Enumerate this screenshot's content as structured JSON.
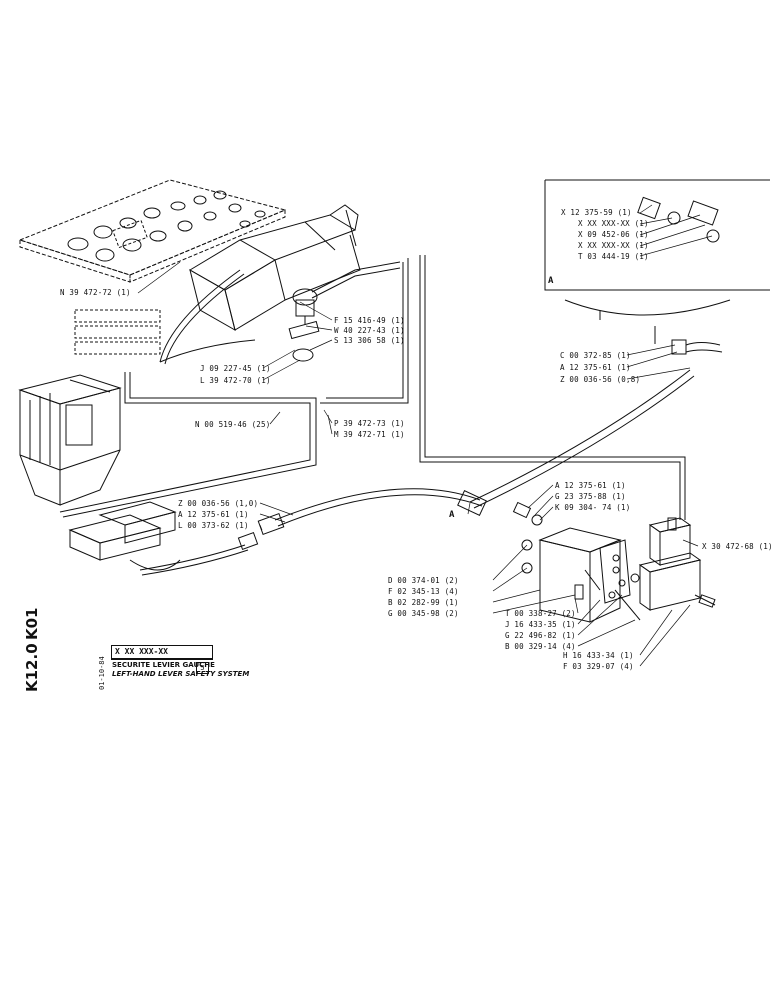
{
  "sheet": {
    "side_code_1": "K01",
    "side_code_2": "K12.0",
    "date": "01-10-84",
    "code_box": "X XX XXX-XX",
    "title_fr": "SECURITE LEVIER GAUCHE",
    "title_en": "LEFT-HAND LEVER SAFETY SYSTEM",
    "ref_number": "5"
  },
  "inset": {
    "letter": "A",
    "labels": [
      "X 12 375-59 (1)",
      "X XX XXX-XX (1)",
      "X 09 452-06 (1)",
      "X XX XXX-XX (1)",
      "T 03 444-19 (1)"
    ]
  },
  "callouts": {
    "a_main": "A"
  },
  "parts": {
    "n_39472_72": "N 39 472-72 (1)",
    "f_15416_49": "F 15 416-49 (1)",
    "w_40227_43": "W 40 227-43 (1)",
    "s_13306_58": "S 13 306 58 (1)",
    "j_09227_45": "J 09 227-45 (1)",
    "l_39472_70": "L 39 472-70 (1)",
    "n_00519_46": "N 00 519-46 (25)",
    "p_39472_73": "P 39 472-73 (1)",
    "m_39472_71": "M 39 472-71 (1)",
    "c_00372_85": "C 00 372-85 (1)",
    "a_12375_61_top": "A 12 375-61 (1)",
    "z_00036_56_top": "Z 00 036-56 (0,8)",
    "z_00036_56_mid": "Z 00 036-56 (1,0)",
    "a_12375_61_mid": "A 12 375-61 (1)",
    "l_00373_62": "L 00 373-62 (1)",
    "a_12375_61_right": "A 12 375-61 (1)",
    "g_23375_88": "G 23 375-88 (1)",
    "k_09304_74": "K 09 304- 74 (1)",
    "x_30472_68": "X 30 472-68 (1)",
    "d_00374_01": "D 00 374-01 (2)",
    "f_02345_13": "F 02 345-13 (4)",
    "b_02282_99": "B 02 282-99 (1)",
    "g_00345_98": "G 00 345-98 (2)",
    "t_00338_27": "T 00  338-27 (2)",
    "j_16433_35": "J 16 433-35 (1)",
    "g_22496_82": "G 22 496-82 (1)",
    "b_00329_14": "B 00 329-14 (4)",
    "h_16433_34": "H 16 433-34 (1)",
    "f_03329_07": "F 03 329-07 (4)"
  }
}
